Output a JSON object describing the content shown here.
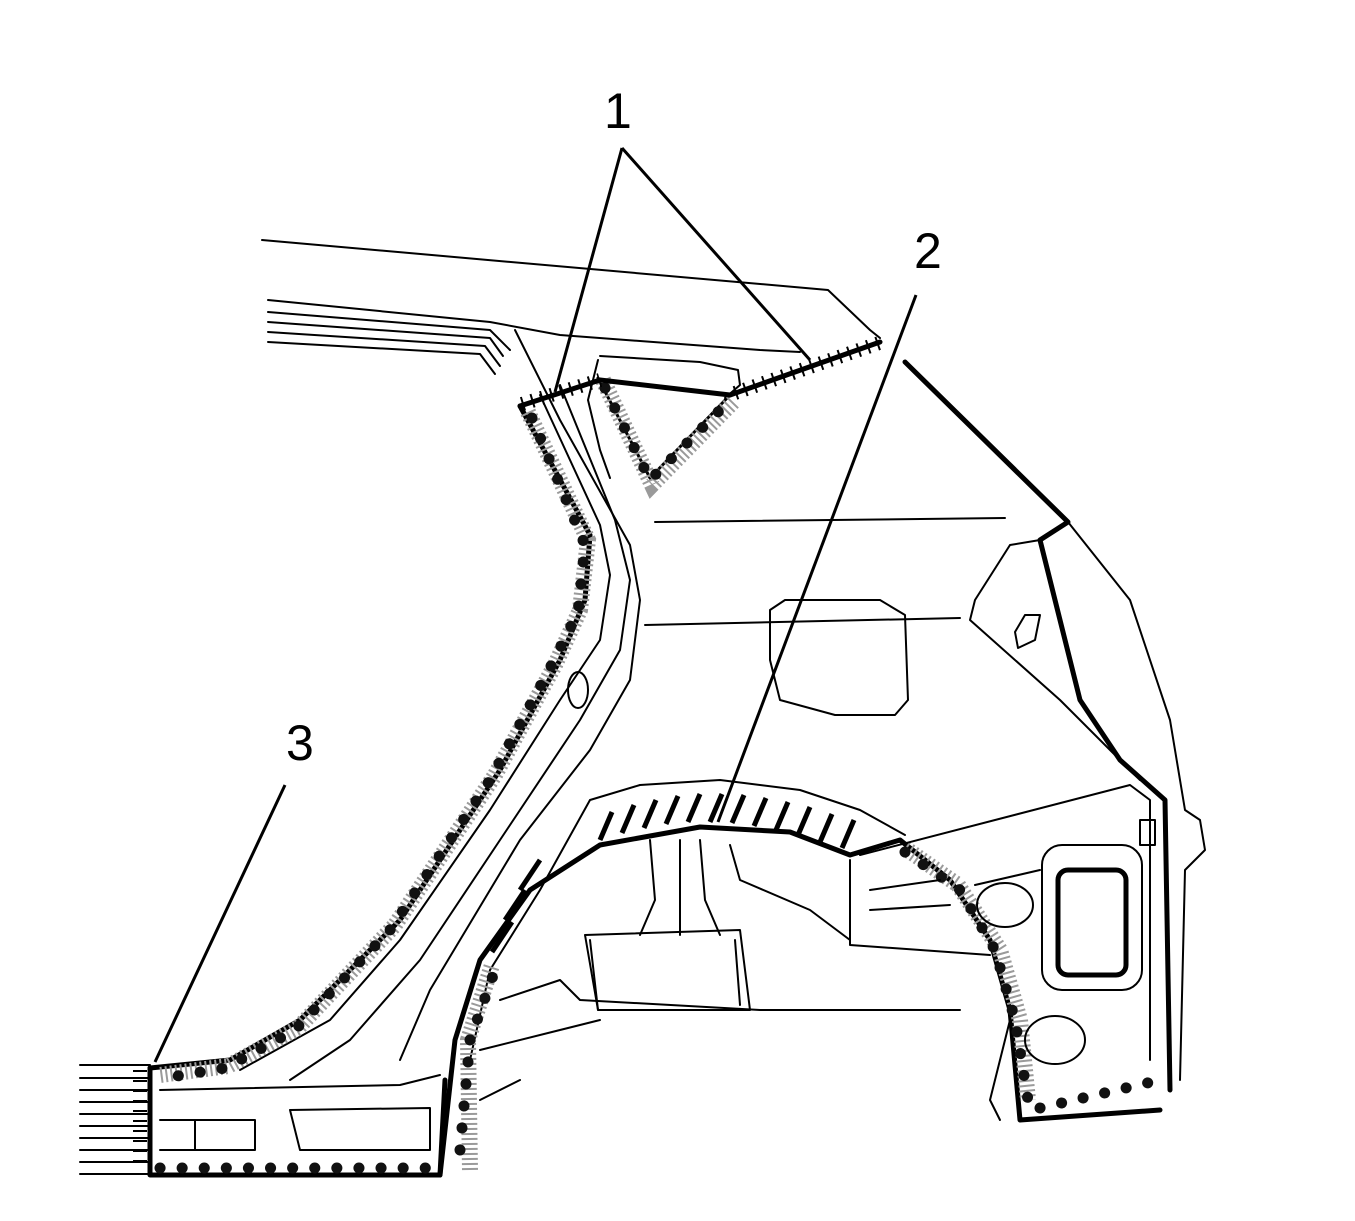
{
  "callouts": [
    {
      "id": "1",
      "text": "1"
    },
    {
      "id": "2",
      "text": "2"
    },
    {
      "id": "3",
      "text": "3"
    }
  ],
  "colors": {
    "line": "#000000",
    "shading": "#9a9a9a",
    "background": "#ffffff"
  }
}
